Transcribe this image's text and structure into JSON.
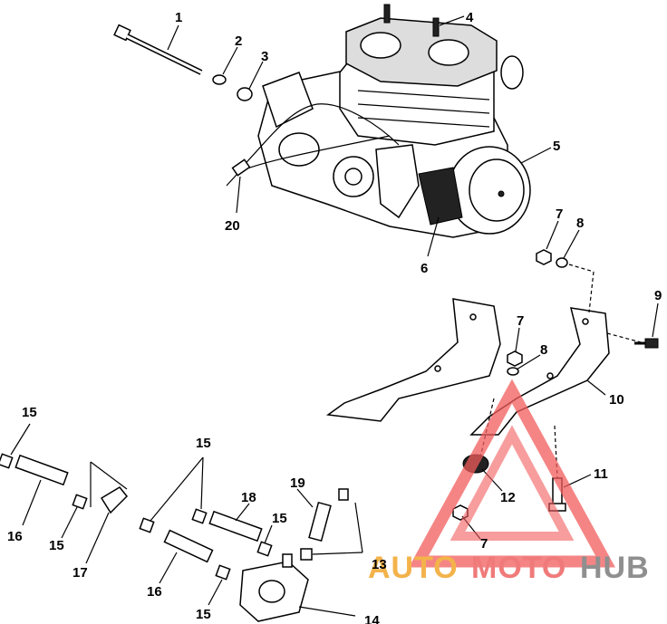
{
  "callouts": {
    "c1": "1",
    "c2": "2",
    "c3": "3",
    "c4": "4",
    "c5": "5",
    "c6": "6",
    "c7a": "7",
    "c8a": "8",
    "c9": "9",
    "c7b": "7",
    "c8b": "8",
    "c10": "10",
    "c11": "11",
    "c12": "12",
    "c7c": "7",
    "c15a": "15",
    "c16a": "16",
    "c15b": "15",
    "c17": "17",
    "c15c": "15",
    "c18": "18",
    "c15d": "15",
    "c19": "19",
    "c13": "13",
    "c16b": "16",
    "c15e": "15",
    "c14": "14",
    "c20": "20"
  },
  "watermark": {
    "auto": "AUTO",
    "moto": "MOTO",
    "hub": "HUB",
    "colors": {
      "auto": "#f3b34a",
      "moto": "#f07a7a",
      "hub": "#8f8f8f",
      "triangle": "#f25c5c"
    }
  }
}
